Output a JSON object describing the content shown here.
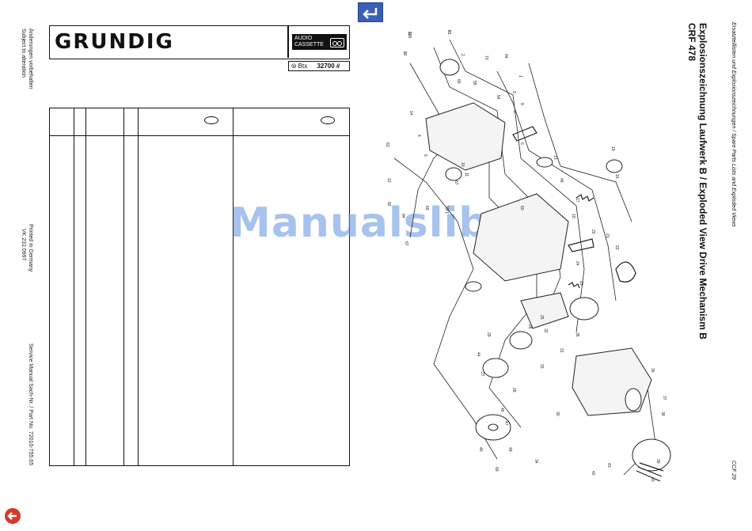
{
  "left_notes": {
    "top_de": "Änderungen vorbehalten",
    "top_en": "Subject to alteration",
    "mid_de": "Printed in Germany",
    "mid_code": "VK 231 0997",
    "bottom": "Service Manual Sach-Nr. / Part No. 72010-755.65"
  },
  "header": {
    "brand": "GRUNDIG",
    "badge_line1": "AUDIO",
    "badge_line2": "CASSETTE",
    "btx_label": "Btx",
    "btx_value": "32700 #"
  },
  "right_margin": {
    "series": "Ersatzteillisten und Explosionszeichnungen / Spare Parts Lists and Exploded Views",
    "title": "Explosionszeichnung Laufwerk B  /  Exploded View Drive Mechanism B",
    "model": "CRF 478",
    "page": "CCF 29"
  },
  "watermark": "Manualslib.de",
  "icons": {
    "top_nav": "return-arrow-icon",
    "bottom_nav": "back-arrow-icon"
  },
  "colors": {
    "nav_blue": "#3b5fb6",
    "nav_red": "#d23b2a",
    "watermark": "#6f9be6"
  },
  "diagram_labels": [
    "62",
    "3",
    "61",
    "2",
    "65",
    "64",
    "55",
    "1",
    "9",
    "8",
    "54",
    "7",
    "6",
    "13",
    "14",
    "4",
    "5",
    "10",
    "11",
    "12",
    "63",
    "82",
    "67",
    "69",
    "94",
    "67",
    "60",
    "18",
    "16",
    "17",
    "19",
    "20",
    "21",
    "22",
    "23",
    "24",
    "25",
    "26",
    "29",
    "27",
    "28",
    "32",
    "31",
    "33",
    "30",
    "35",
    "36",
    "37",
    "38",
    "39",
    "40",
    "41",
    "42",
    "43",
    "44",
    "45",
    "46",
    "47",
    "48",
    "49",
    "73",
    "33-1",
    "34",
    "69",
    "103",
    "80",
    "81"
  ]
}
